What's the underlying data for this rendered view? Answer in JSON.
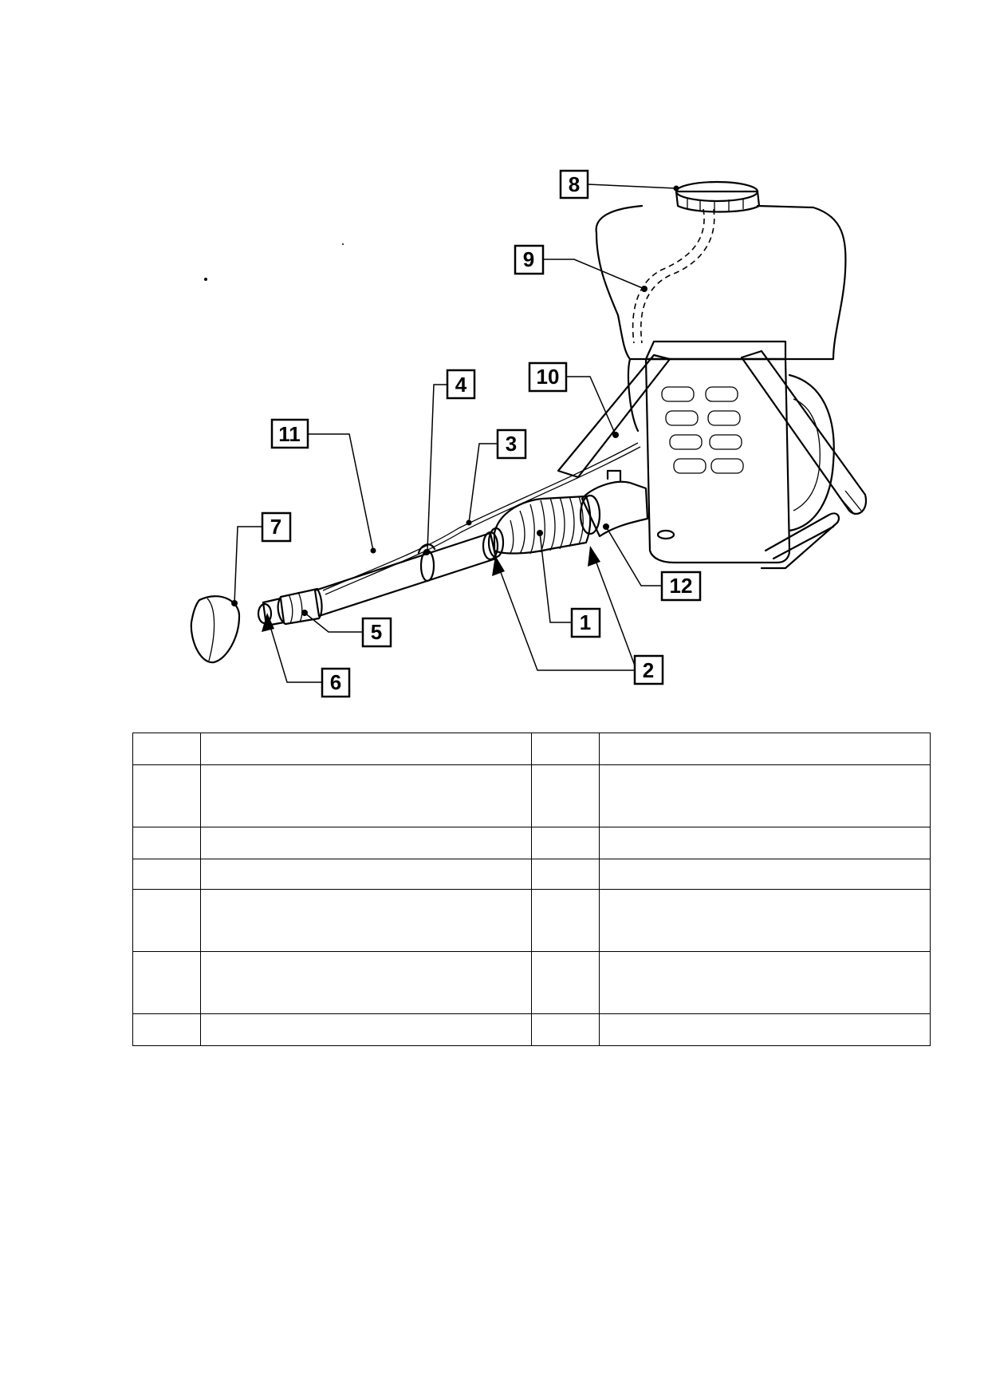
{
  "callouts": [
    {
      "id": "callout-1",
      "label": "1"
    },
    {
      "id": "callout-2",
      "label": "2"
    },
    {
      "id": "callout-3",
      "label": "3"
    },
    {
      "id": "callout-4",
      "label": "4"
    },
    {
      "id": "callout-5",
      "label": "5"
    },
    {
      "id": "callout-6",
      "label": "6"
    },
    {
      "id": "callout-7",
      "label": "7"
    },
    {
      "id": "callout-8",
      "label": "8"
    },
    {
      "id": "callout-9",
      "label": "9"
    },
    {
      "id": "callout-10",
      "label": "10"
    },
    {
      "id": "callout-11",
      "label": "11"
    },
    {
      "id": "callout-12",
      "label": "12"
    }
  ],
  "legend_rows": [
    {
      "c1": "",
      "c2": "",
      "c3": "",
      "c4": ""
    },
    {
      "c1": "",
      "c2": "",
      "c3": "",
      "c4": ""
    },
    {
      "c1": "",
      "c2": "",
      "c3": "",
      "c4": ""
    },
    {
      "c1": "",
      "c2": "",
      "c3": "",
      "c4": ""
    },
    {
      "c1": "",
      "c2": "",
      "c3": "",
      "c4": ""
    },
    {
      "c1": "",
      "c2": "",
      "c3": "",
      "c4": ""
    },
    {
      "c1": "",
      "c2": "",
      "c3": "",
      "c4": ""
    }
  ]
}
